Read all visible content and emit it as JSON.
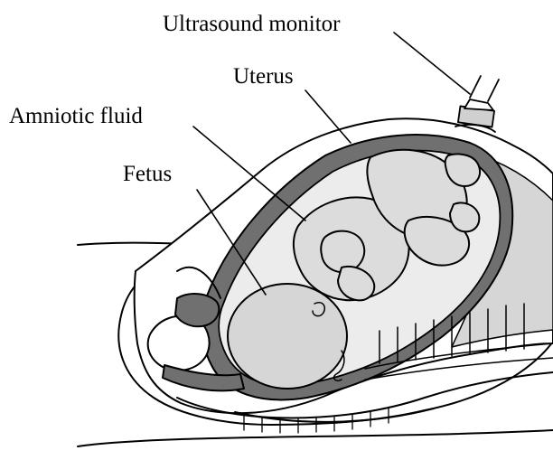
{
  "labels": {
    "ultrasound_monitor": "Ultrasound monitor",
    "uterus": "Uterus",
    "amniotic_fluid": "Amniotic fluid",
    "fetus": "Fetus"
  },
  "colors": {
    "background": "#ffffff",
    "line": "#000000",
    "fluid_gray": "#6f6f6f",
    "tissue_gray": "#c9c9c9",
    "fetus_gray": "#d9d9d9"
  }
}
